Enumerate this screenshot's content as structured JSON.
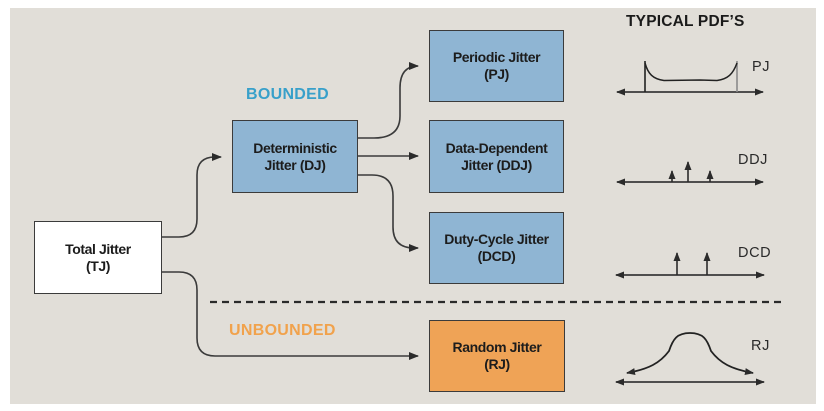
{
  "figure": {
    "pdf_header": "TYPICAL PDF’S",
    "bounded_label": "BOUNDED",
    "unbounded_label": "UNBOUNDED"
  },
  "nodes": {
    "tj": {
      "line1": "Total Jitter",
      "line2": "(TJ)"
    },
    "dj": {
      "line1": "Deterministic",
      "line2": "Jitter (DJ)"
    },
    "pj": {
      "line1": "Periodic Jitter",
      "line2": "(PJ)"
    },
    "ddj": {
      "line1": "Data-Dependent",
      "line2": "Jitter (DDJ)"
    },
    "dcd": {
      "line1": "Duty-Cycle Jitter",
      "line2": "(DCD)"
    },
    "rj": {
      "line1": "Random Jitter",
      "line2": "(RJ)"
    }
  },
  "pdf_labels": {
    "pj": "PJ",
    "ddj": "DDJ",
    "dcd": "DCD",
    "rj": "RJ"
  },
  "colors": {
    "panel_background": "#e1ded8",
    "bounded_box_fill": "#8fb5d3",
    "unbounded_box_fill": "#efa356",
    "bounded_text": "#38a0ca",
    "unbounded_text": "#f1a24c",
    "line": "#3a3a3a",
    "text": "#1c1c1c"
  }
}
